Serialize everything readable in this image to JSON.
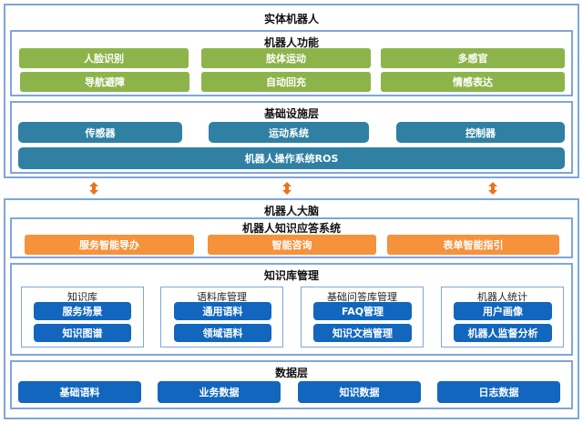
{
  "physical": {
    "title": "实体机器人",
    "functions": {
      "title": "机器人功能",
      "items": [
        "人脸识别",
        "肢体运动",
        "多感官",
        "导航避障",
        "自动回充",
        "情感表达"
      ]
    },
    "infrastructure": {
      "title": "基础设施层",
      "items": [
        "传感器",
        "运动系统",
        "控制器"
      ],
      "os": "机器人操作系统ROS"
    }
  },
  "brain": {
    "title": "机器人大脑",
    "qa": {
      "title": "机器人知识应答系统",
      "items": [
        "服务智能导办",
        "智能咨询",
        "表单智能指引"
      ]
    },
    "kb": {
      "title": "知识库管理",
      "groups": [
        {
          "title": "知识库",
          "items": [
            "服务场景",
            "知识图谱"
          ]
        },
        {
          "title": "语料库管理",
          "items": [
            "通用语料",
            "领域语料"
          ]
        },
        {
          "title": "基础问答库管理",
          "items": [
            "FAQ管理",
            "知识文档管理"
          ]
        },
        {
          "title": "机器人统计",
          "items": [
            "用户画像",
            "机器人监督分析"
          ]
        }
      ]
    },
    "data": {
      "title": "数据层",
      "items": [
        "基础语料",
        "业务数据",
        "知识数据",
        "日志数据"
      ]
    }
  },
  "colors": {
    "green": "#8db44a",
    "teal": "#2f80a3",
    "orange": "#f5923c",
    "blue": "#1266be",
    "border": "#7ea6da",
    "arrow": "#e8731e"
  }
}
